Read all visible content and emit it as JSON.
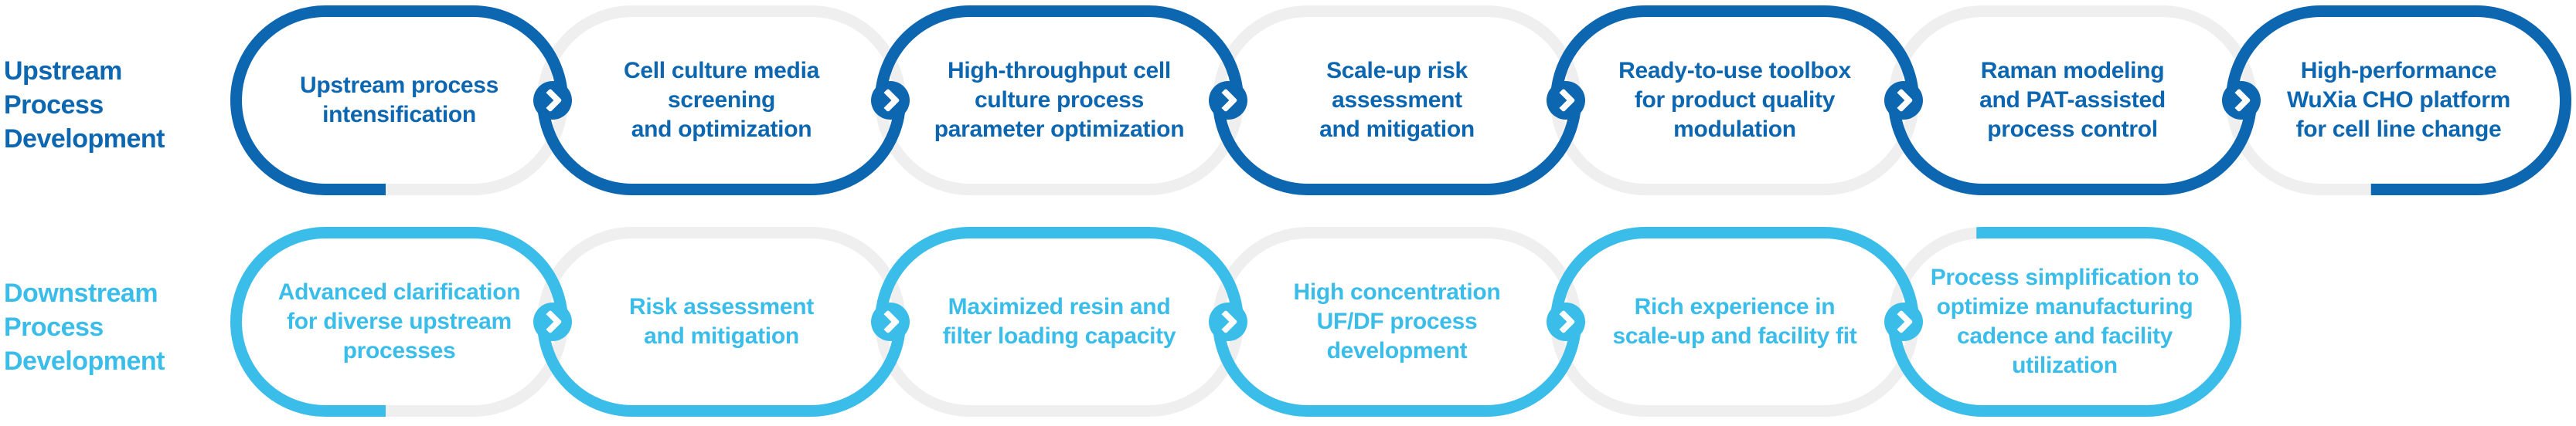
{
  "colors": {
    "upstream_blue": "#0d66b0",
    "downstream_blue": "#3bbde9",
    "track_gray": "#efefef",
    "arrow_glyph_white": "#ffffff"
  },
  "icons": {
    "arrow": "chevron-right"
  },
  "rows": [
    {
      "label": "Upstream\nProcess\nDevelopment",
      "steps": [
        {
          "text": "Upstream process\nintensification"
        },
        {
          "text": "Cell culture media\nscreening\nand optimization"
        },
        {
          "text": "High-throughput cell\nculture process\nparameter optimization"
        },
        {
          "text": "Scale-up risk\nassessment\nand mitigation"
        },
        {
          "text": "Ready-to-use toolbox\nfor product quality\nmodulation"
        },
        {
          "text": "Raman modeling\nand PAT-assisted\nprocess control"
        },
        {
          "text": "High-performance\nWuXia CHO platform\nfor cell line change"
        }
      ]
    },
    {
      "label": "Downstream\nProcess\nDevelopment",
      "steps": [
        {
          "text": "Advanced clarification\nfor diverse upstream\nprocesses"
        },
        {
          "text": "Risk assessment\nand mitigation"
        },
        {
          "text": "Maximized resin and\nfilter loading capacity"
        },
        {
          "text": "High concentration\nUF/DF process\ndevelopment"
        },
        {
          "text": "Rich experience in\nscale-up and facility fit"
        },
        {
          "text": "Process simplification to\noptimize manufacturing\ncadence and facility\nutilization"
        }
      ]
    }
  ]
}
